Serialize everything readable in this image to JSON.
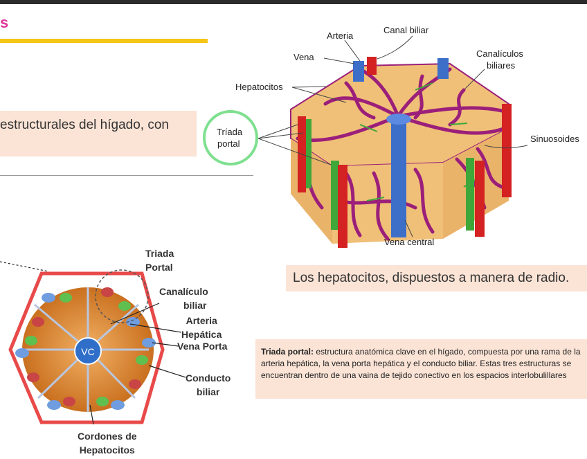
{
  "slide": {
    "title_fragment": "s",
    "intro_fragment": "estructurales del hígado, con",
    "caption_top": "Los hepatocitos, dispuestos a manera de radio.",
    "triada_term": "Triada portal:",
    "triada_def": " estructura anatómica clave en el hígado, compuesta por una rama de la arteria hepática, la vena porta hepática y el conducto biliar. Estas tres estructuras se encuentran dentro de una vaina de tejido conectivo en los espacios interlobulillares"
  },
  "diagram_3d": {
    "labels": {
      "arteria": "Arteria",
      "canal_biliar": "Canal biliar",
      "vena": "Vena",
      "canaliculos_l1": "Canalículos",
      "canaliculos_l2": "biliares",
      "hepatocitos": "Hepatocitos",
      "triada_l1": "Tríada",
      "triada_l2": "portal",
      "sinusoides": "Sinuosoides",
      "vena_central": "Vena central"
    },
    "colors": {
      "tissue": "#f0c078",
      "sinusoid": "#9b1f7a",
      "vein": "#3d6fc9",
      "artery": "#d42121",
      "bile": "#3fa73a",
      "triad_circle": "#7ee08f"
    }
  },
  "diagram_hex": {
    "labels": {
      "triada_l1": "Triada",
      "triada_l2": "Portal",
      "canaliculo_l1": "Canalículo",
      "canaliculo_l2": "biliar",
      "arteria_l1": "Arteria",
      "arteria_l2": "Hepática",
      "vena_porta": "Vena Porta",
      "conducto_l1": "Conducto",
      "conducto_l2": "biliar",
      "cordones_l1": "Cordones de",
      "cordones_l2": "Hepatocitos",
      "vc": "VC"
    },
    "colors": {
      "outline": "#e84a4a",
      "cords": "#d9822b",
      "vc": "#2f6fc9"
    }
  }
}
